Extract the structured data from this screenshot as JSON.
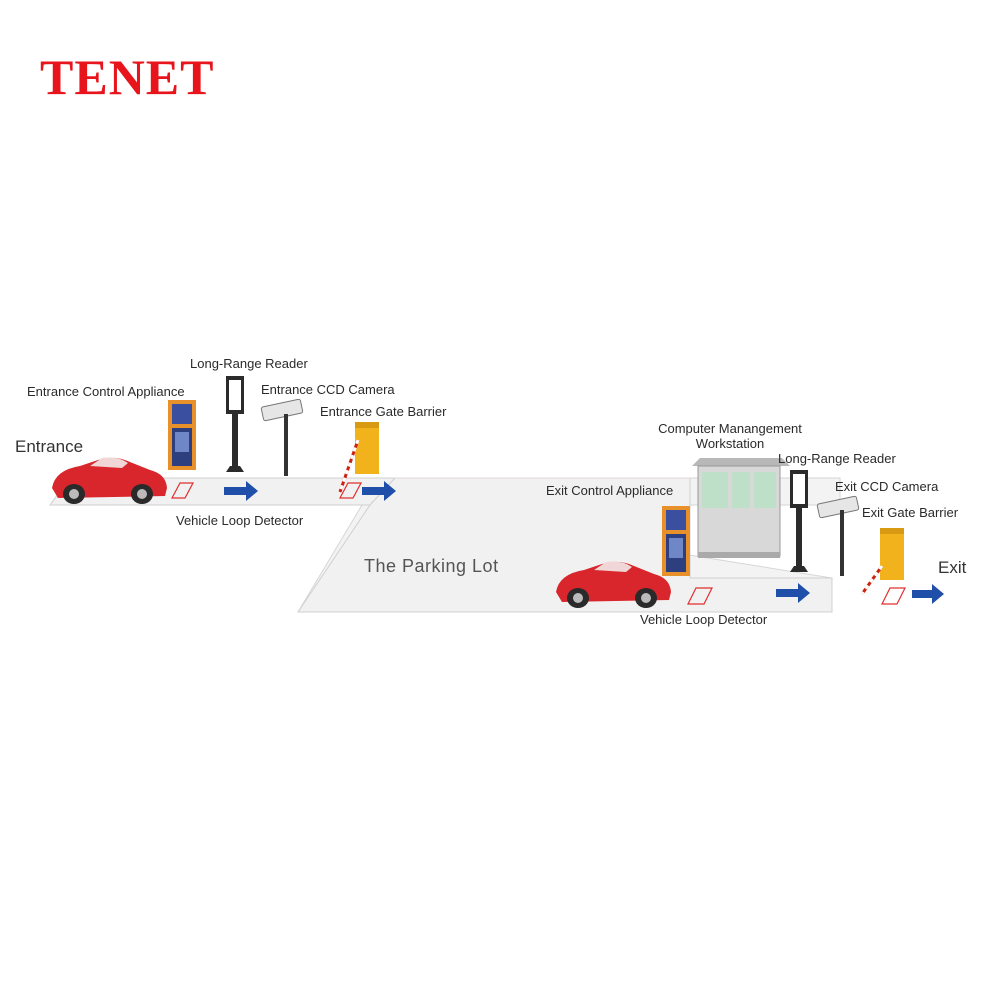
{
  "brand": {
    "logo_text": "TENET",
    "color": "#e8141c"
  },
  "diagram": {
    "entrance": {
      "title": "Entrance",
      "long_range_reader": "Long-Range Reader",
      "control_appliance": "Entrance  Control  Appliance",
      "ccd_camera": "Entrance CCD Camera",
      "gate_barrier": "Entrance Gate Barrier",
      "loop_detector": "Vehicle Loop Detector"
    },
    "parking_lot": "The Parking Lot",
    "exit": {
      "title": "Exit",
      "workstation_line1": "Computer Manangement",
      "workstation_line2": "Workstation",
      "long_range_reader": "Long-Range Reader",
      "control_appliance": "Exit Control  Appliance",
      "ccd_camera": "Exit CCD Camera",
      "gate_barrier": "Exit Gate Barrier",
      "loop_detector": "Vehicle Loop Detector"
    },
    "colors": {
      "car": "#d9262c",
      "barrier_box": "#f2b21c",
      "appliance_body": "#e8902a",
      "arrow": "#1f4fa8",
      "road": "#f2f2f2",
      "loop": "#e03030"
    }
  }
}
